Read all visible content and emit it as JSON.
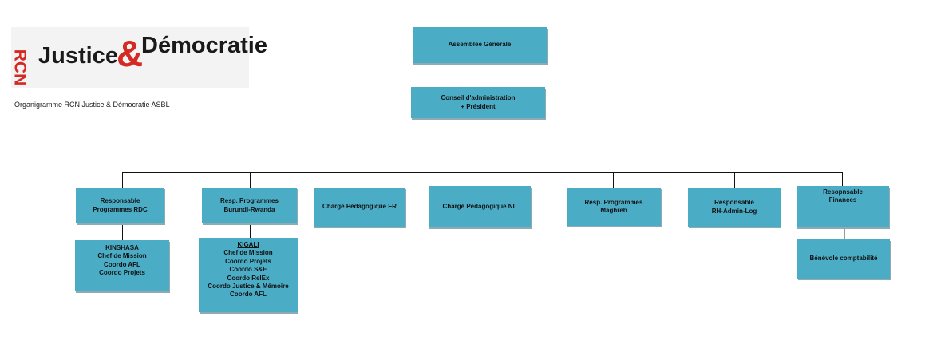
{
  "logo": {
    "rcn": "RCN",
    "justice": "Justice",
    "ampersand": "&",
    "democratie": "Démocratie"
  },
  "caption": "Organigramme RCN Justice & Démocratie ASBL",
  "colors": {
    "box_fill": "#4bacc6",
    "logo_red": "#d42a23"
  },
  "nodes": {
    "assemblee": {
      "lines": [
        "Assemblée Générale"
      ]
    },
    "conseil": {
      "lines": [
        "Conseil d'administration",
        "+ Président"
      ]
    },
    "resp_rdc": {
      "lines": [
        "Responsable",
        "Programmes RDC"
      ]
    },
    "resp_burundi": {
      "lines": [
        "Resp. Programmes",
        "Burundi-Rwanda"
      ]
    },
    "charge_fr": {
      "lines": [
        "Chargé Pédagogique FR"
      ]
    },
    "charge_nl": {
      "lines": [
        "Chargé Pédagogique NL"
      ]
    },
    "resp_maghreb": {
      "lines": [
        "Resp. Programmes",
        "Maghreb"
      ]
    },
    "resp_rh": {
      "lines": [
        "Responsable",
        "RH-Admin-Log"
      ]
    },
    "resp_finances": {
      "lines": [
        "Resopnsable",
        "Finances"
      ]
    },
    "kinshasa": {
      "header": "KINSHASA",
      "lines": [
        "Chef de Mission",
        "Coordo AFL",
        "Coordo Projets"
      ]
    },
    "kigali": {
      "header": "KIGALI",
      "lines": [
        "Chef de Mission",
        "Coordo Projets",
        "Coordo S&E",
        "Coordo RelEx",
        "Coordo Justice & Mémoire",
        "Coordo AFL"
      ]
    },
    "benevole": {
      "lines": [
        "Bénévole comptabilité"
      ]
    }
  }
}
